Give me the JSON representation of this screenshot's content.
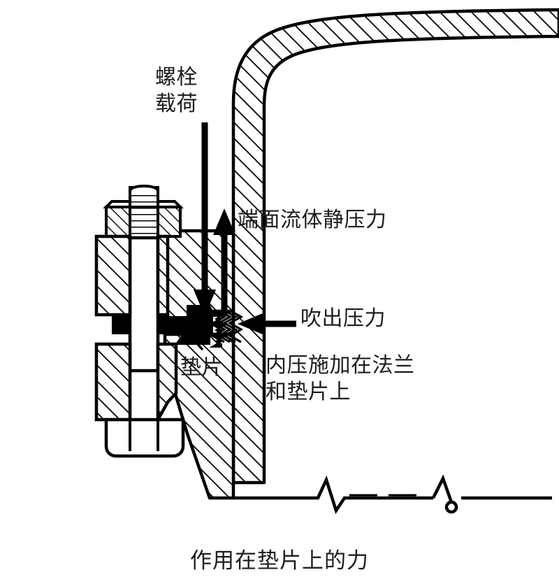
{
  "figure": {
    "caption": "作用在垫片上的力",
    "labels": {
      "bolt_load": "螺栓\n载荷",
      "face_hydrostatic_pressure": "端面流体静压力",
      "blowout_pressure": "吹出压力",
      "gasket": "垫片",
      "internal_pressure": "内压施加在法兰\n和垫片上"
    },
    "colors": {
      "ink": "#000000",
      "text": "#1d1d1d",
      "background": "#ffffff",
      "gasket_fill": "#000000"
    },
    "parts": {
      "shell": "curved-pipe-wall",
      "flange": "hatched-flange-ring",
      "gasket": "solid-black-gasket-band",
      "stud_bolt": "threaded-stud-with-nut",
      "bolt_head": "hex-bolt-head",
      "break_line": "zigzag-break-line"
    },
    "arrows": {
      "bolt_load": "downward",
      "face_hydrostatic_pressure": "upward",
      "blowout_pressure": "leftward"
    }
  }
}
